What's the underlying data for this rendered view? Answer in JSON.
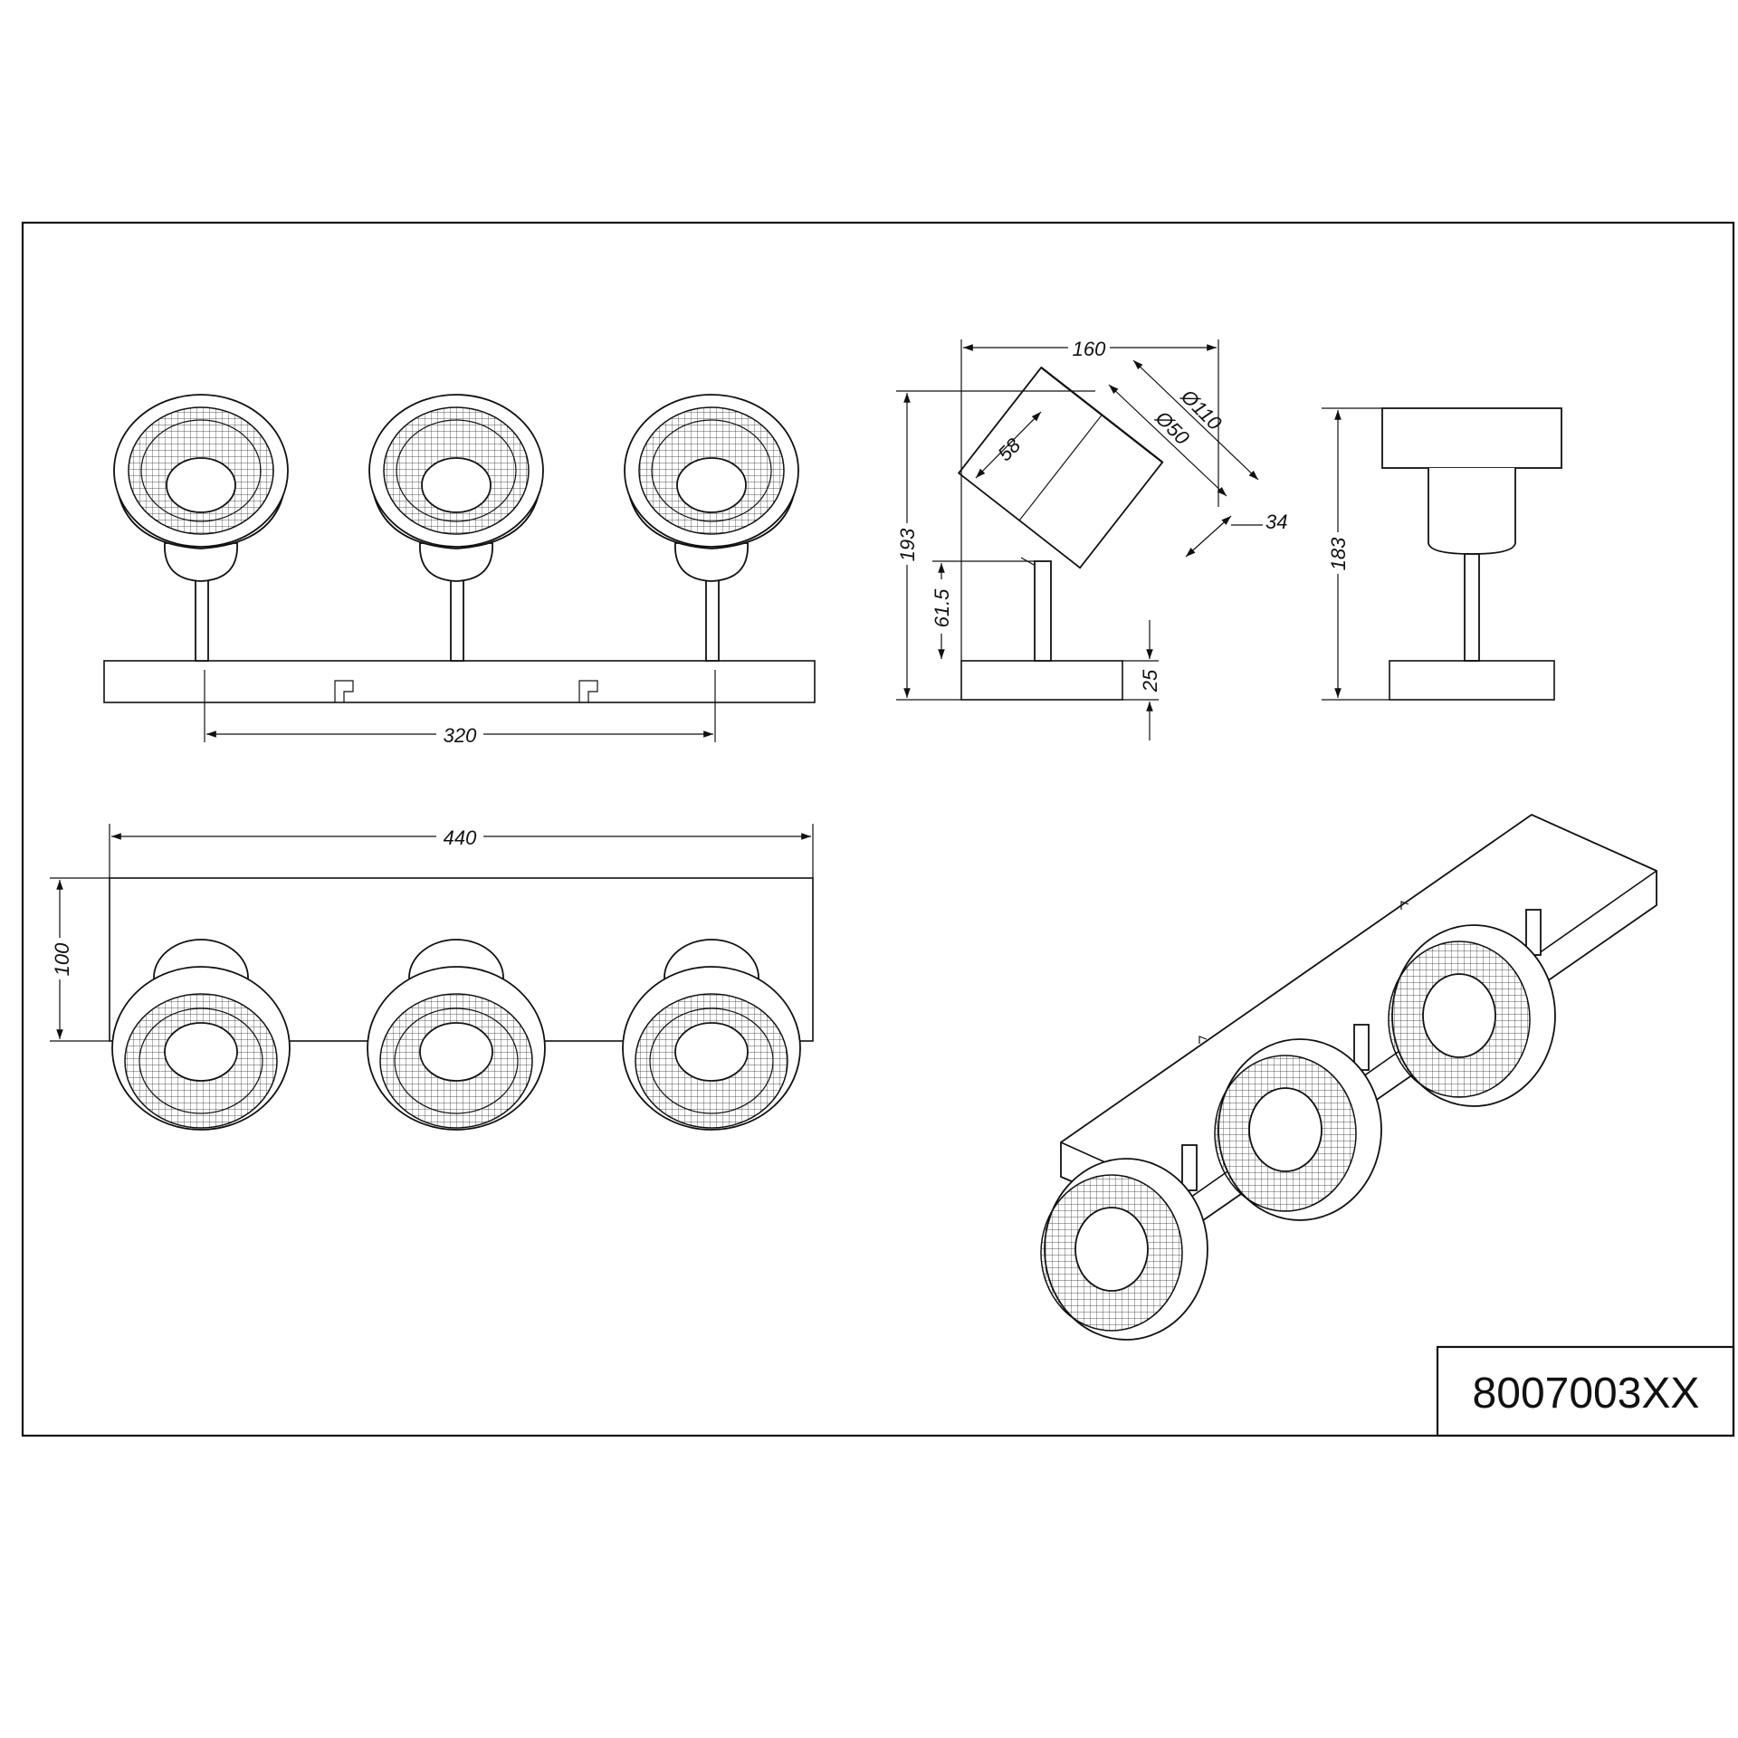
{
  "drawing": {
    "product_code": "8007003XX",
    "dimensions": {
      "front_spacing": "320",
      "top_length": "440",
      "top_depth": "100",
      "side_width": "160",
      "side_height": "193",
      "arm_height": "61.5",
      "base_height": "25",
      "head_length": "58",
      "head_diameter": "Ø110",
      "lens_diameter": "Ø50",
      "head_depth": "34",
      "rear_height": "183"
    }
  }
}
